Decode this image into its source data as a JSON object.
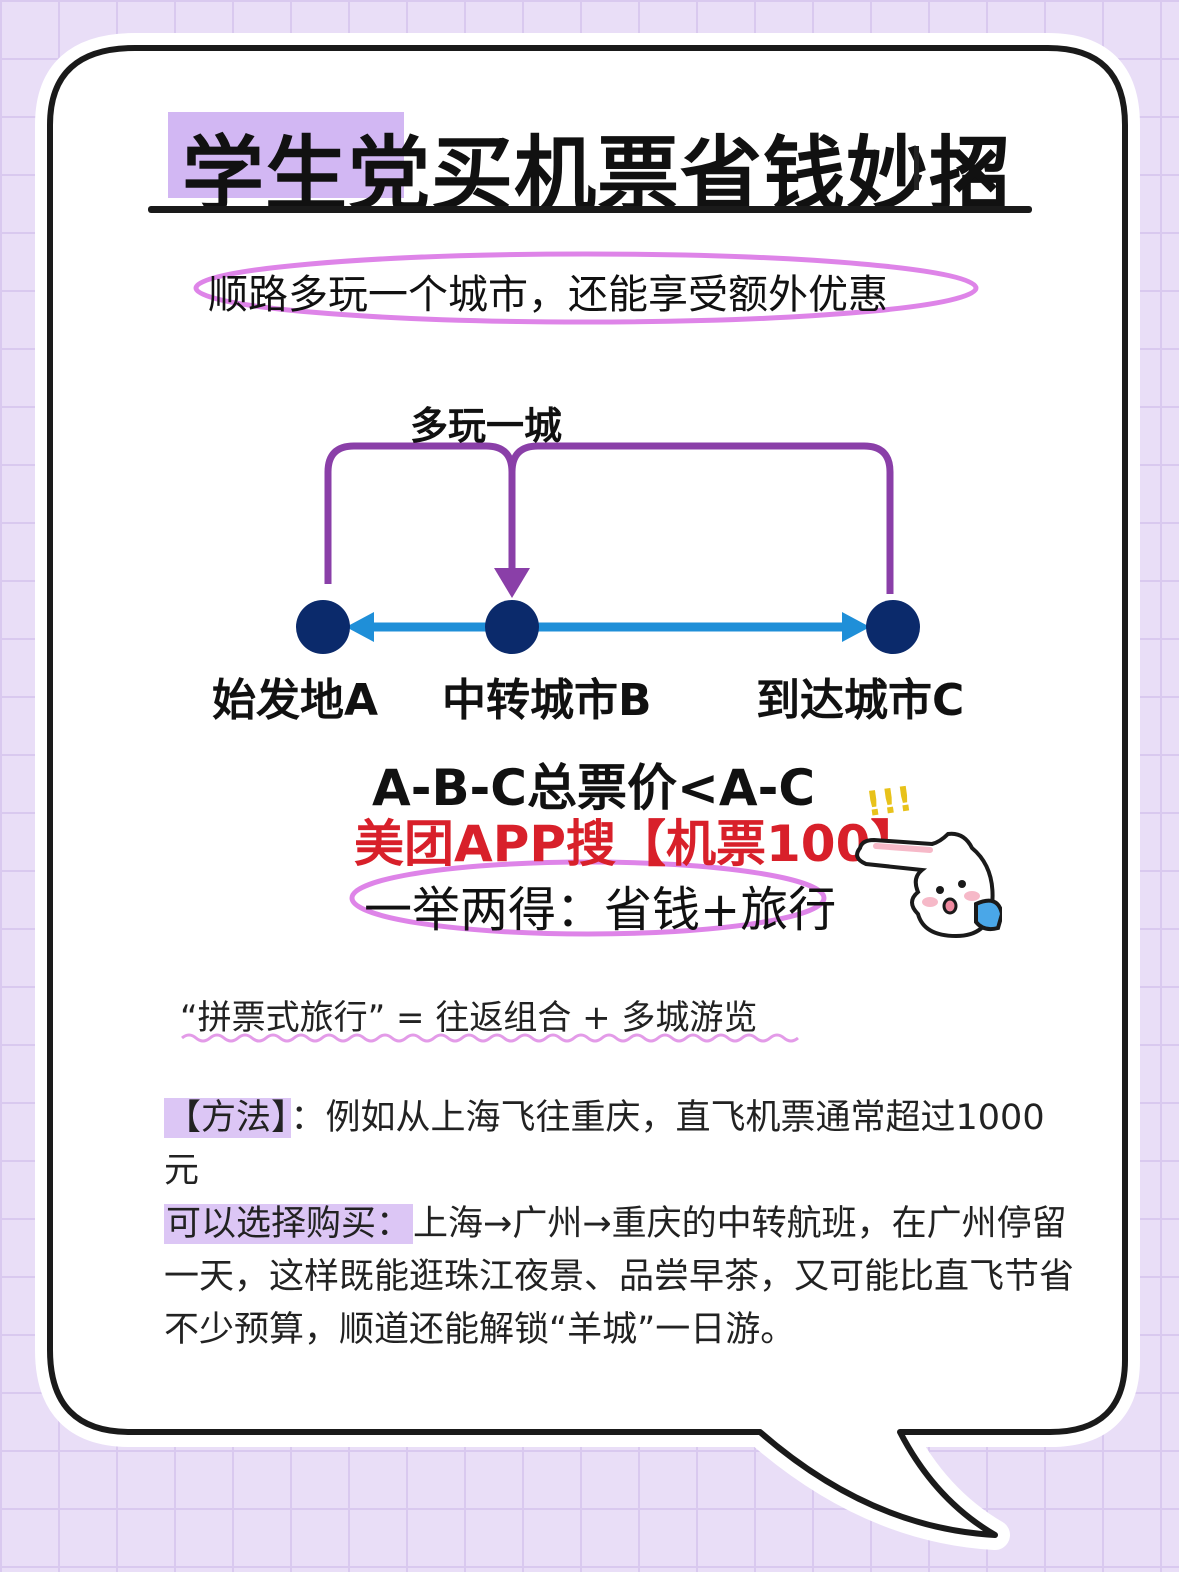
{
  "title": "学生党买机票省钱妙招",
  "title_close": "×",
  "subtitle": "顺路多玩一个城市，还能享受额外优惠",
  "diagram": {
    "arc_label": "多玩一城",
    "nodes": [
      "始发地A",
      "中转城市B",
      "到达城市C"
    ]
  },
  "formula": "A-B-C总票价<A-C",
  "promo": "美团APP搜【机票100】",
  "twofold": "一举两得：省钱+旅行",
  "exclaim": "!!!",
  "tagline": "“拼票式旅行” = 往返组合 + 多城游览",
  "method_label": "【方法】",
  "method_text": "：例如从上海飞往重庆，直飞机票通常超过1000元",
  "option_label": "可以选择购买：",
  "option_text": "上海→广州→重庆的中转航班，在广州停留一天，这样既能逛珠江夜景、品尝早茶，又可能比直飞节省不少预算，顺道还能解锁“羊城”一日游。",
  "colors": {
    "accent_purple": "#8a3fa8",
    "arrow_blue": "#1f8fd8",
    "node_navy": "#0b2a6b",
    "highlight": "#d2b7f3",
    "promo_red": "#d8202a",
    "ellipse_pink": "#de84e8"
  }
}
